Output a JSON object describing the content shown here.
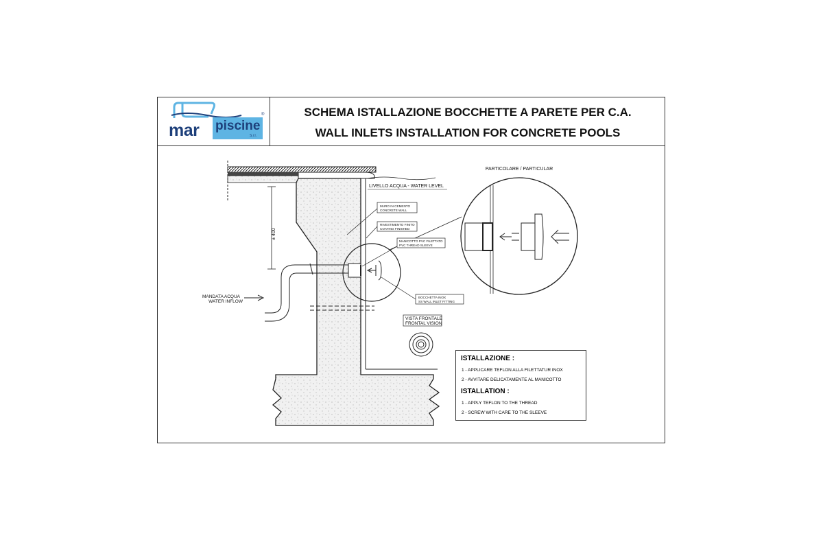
{
  "title": {
    "line1": "SCHEMA ISTALLAZIONE BOCCHETTE A PARETE PER C.A.",
    "line2": "WALL INLETS INSTALLATION FOR CONCRETE POOLS"
  },
  "logo": {
    "mar": "mar",
    "piscine": "piscine",
    "srl": "S.r.l.",
    "reg": "®"
  },
  "labels": {
    "water_level": "LIVELLO ACQUA - WATER LEVEL",
    "concrete_wall_it": "MURO IN CEMENTO",
    "concrete_wall_en": "CONCRETE WALL",
    "coating_it": "RIVESTIMENTO FINITO",
    "coating_en": "COATING FINISHED",
    "sleeve_it": "MANICOTTO PVC FILETTATO",
    "sleeve_en": "PVC THREAD SLEEVE",
    "fitting_it": "BOCCHETTA INOX",
    "fitting_en": "SS WALL INLET FITTING",
    "inflow_it": "MANDATA ACQUA",
    "inflow_en": "WATER INFLOW",
    "dimension": "± 400",
    "detail": "PARTICOLARE / PARTICULAR",
    "front_it": "VISTA FRONTALE",
    "front_en": "FRONTAL VISION"
  },
  "instructions": {
    "it_title": "ISTALLAZIONE :",
    "it_steps": [
      "1 - APPLICARE TEFLON ALLA FILETTATUR INOX",
      "2 - AVVITARE DELICATAMENTE AL MANICOTTO"
    ],
    "en_title": "ISTALLATION :",
    "en_steps": [
      "1 - APPLY TEFLON TO THE THREAD",
      "2 - SCREW WITH CARE TO THE SLEEVE"
    ]
  },
  "colors": {
    "logo_blue": "#1d3f7a",
    "logo_light_blue": "#5eb4e3",
    "concrete": "#eeeeee",
    "line": "#222222"
  }
}
